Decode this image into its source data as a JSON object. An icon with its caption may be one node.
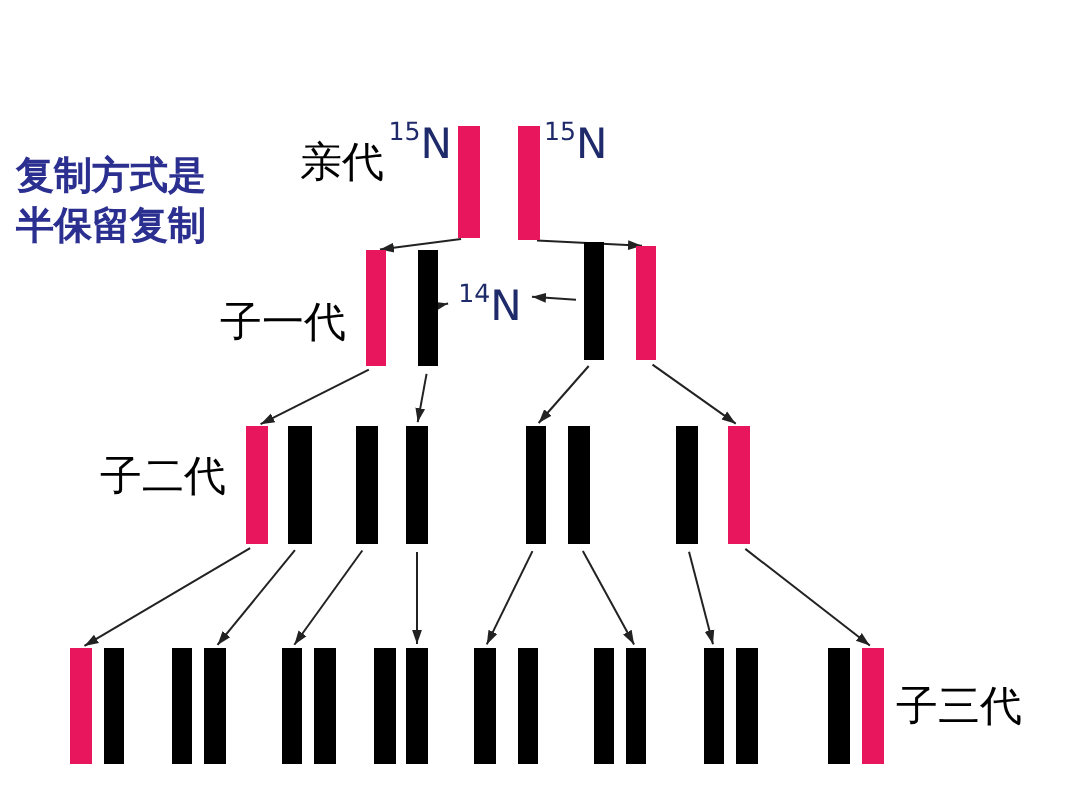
{
  "diagram": {
    "nodes": [
      {
        "text": [],
        "shape": "bar",
        "beside": [
          "$^{15}$N"
        ]
      },
      {
        "text": [],
        "shape": "bar",
        "beside": [
          "$^{15}$N"
        ]
      },
      {
        "text": [],
        "shape": "bar"
      },
      {
        "text": [],
        "shape": "bar"
      },
      {
        "text": [
          "$^{14}$N"
        ]
      },
      {
        "text": [],
        "shape": "bar"
      },
      {
        "text": [],
        "shape": "bar"
      },
      {
        "text": [],
        "shape": "bar"
      },
      {
        "text": [],
        "shape": "bar"
      },
      {
        "text": [],
        "shape": "bar"
      },
      {
        "text": [],
        "shape": "bar"
      },
      {
        "text": [],
        "shape": "bar"
      },
      {
        "text": [],
        "shape": "bar"
      },
      {
        "text": [],
        "shape": "bar"
      },
      {
        "text": [],
        "shape": "bar"
      },
      {
        "text": [],
        "shape": "bar"
      },
      {
        "text": [],
        "shape": "bar"
      },
      {
        "text": [],
        "shape": "bar"
      },
      {
        "text": [],
        "shape": "bar"
      },
      {
        "text": [],
        "shape": "bar"
      },
      {
        "text": [],
        "shape": "bar"
      },
      {
        "text": [],
        "shape": "bar"
      },
      {
        "text": [],
        "shape": "bar"
      },
      {
        "text": [],
        "shape": "bar"
      },
      {
        "text": [],
        "shape": "bar"
      },
      {
        "text": [],
        "shape": "bar"
      },
      {
        "text": [],
        "shape": "bar"
      },
      {
        "text": [],
        "shape": "bar"
      },
      {
        "text": [],
        "shape": "bar"
      },
      {
        "text": [],
        "shape": "bar"
      },
      {
        "text": [],
        "shape": "bar"
      }
    ],
    "edges": [
      {
        "from": 0,
        "to": 2,
        "arrow": "to"
      },
      {
        "from": 1,
        "to": 6,
        "arrow": "to"
      },
      {
        "from": 3,
        "to": 4,
        "arrow": "to"
      },
      {
        "from": 5,
        "to": 4,
        "arrow": "to"
      },
      {
        "from": 2,
        "to": 7,
        "arrow": "to"
      },
      {
        "from": 3,
        "to": 10,
        "arrow": "to"
      },
      {
        "from": 5,
        "to": 11,
        "arrow": "to"
      },
      {
        "from": 6,
        "to": 14,
        "arrow": "to"
      },
      {
        "from": 7,
        "to": 15,
        "arrow": "to"
      },
      {
        "from": 8,
        "to": 18,
        "arrow": "to"
      },
      {
        "from": 9,
        "to": 19,
        "arrow": "to"
      },
      {
        "from": 10,
        "to": 22,
        "arrow": "to"
      },
      {
        "from": 11,
        "to": 23,
        "arrow": "to"
      },
      {
        "from": 12,
        "to": 26,
        "arrow": "to"
      },
      {
        "from": 13,
        "to": 27,
        "arrow": "to"
      },
      {
        "from": 14,
        "to": 30,
        "arrow": "to"
      }
    ],
    "labels": [
      "复制方式是半保留复制",
      "亲代",
      "子一代",
      "子二代",
      "子三代"
    ]
  }
}
